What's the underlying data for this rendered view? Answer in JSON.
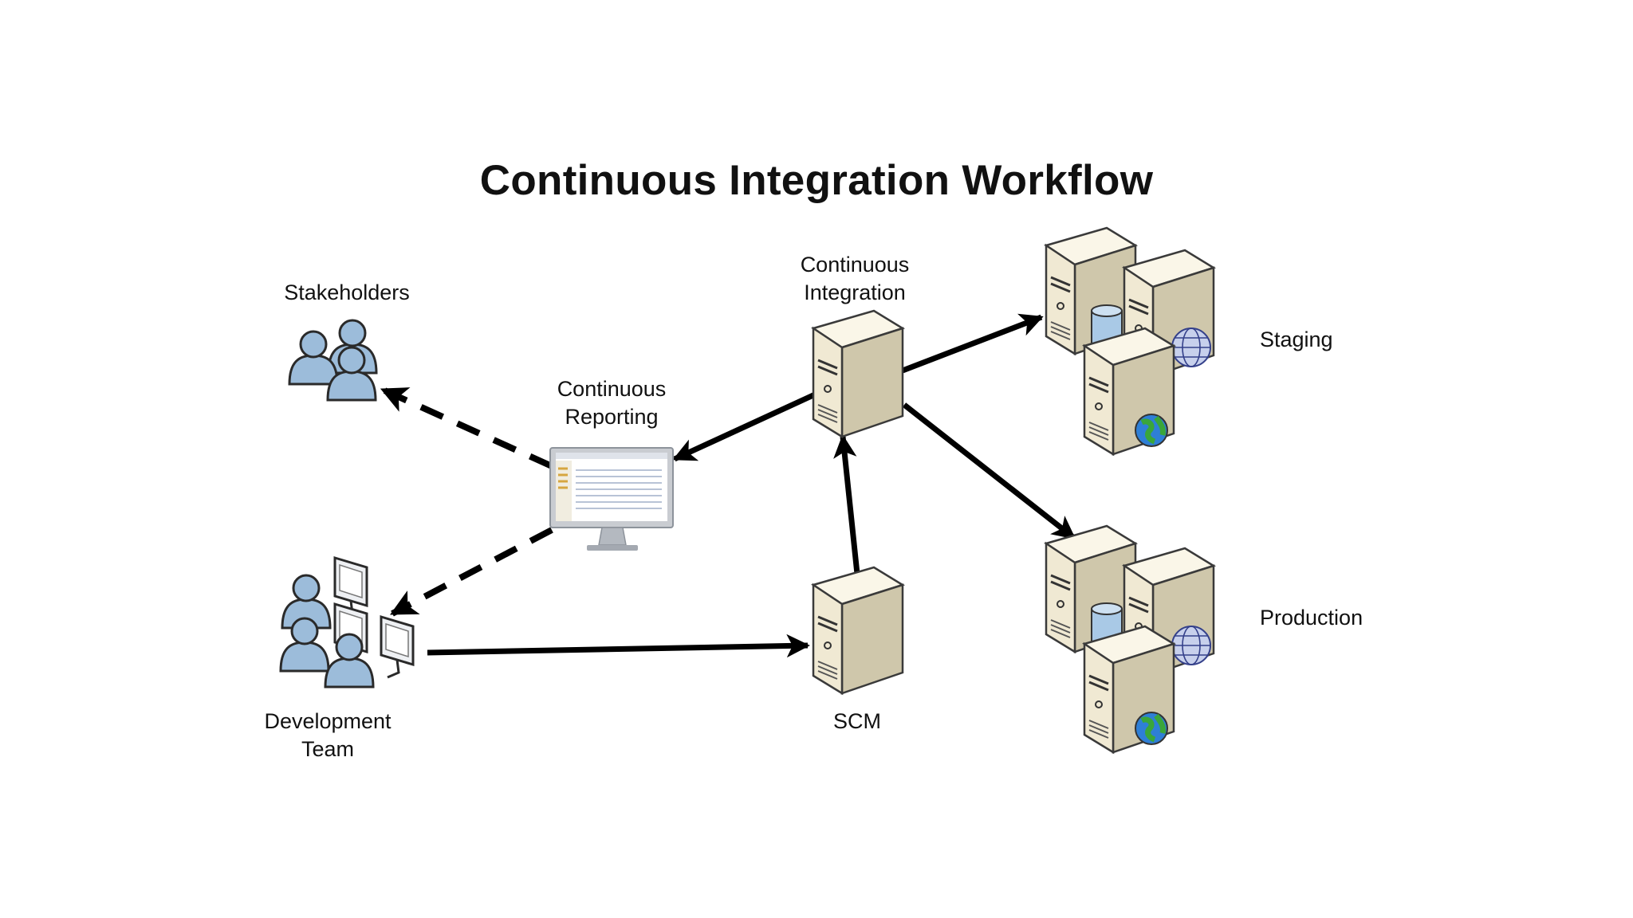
{
  "title": "Continuous Integration Workflow",
  "nodes": {
    "stakeholders": {
      "label": "Stakeholders",
      "icon": "user-group-icon"
    },
    "reporting": {
      "label_line1": "Continuous",
      "label_line2": "Reporting",
      "icon": "monitor-icon"
    },
    "ci": {
      "label_line1": "Continuous",
      "label_line2": "Integration",
      "icon": "server-icon"
    },
    "dev_team": {
      "label_line1": "Development",
      "label_line2": "Team",
      "icon": "developer-workstations-icon"
    },
    "scm": {
      "label": "SCM",
      "icon": "server-icon"
    },
    "staging": {
      "label": "Staging",
      "icon": "server-cluster-icon"
    },
    "production": {
      "label": "Production",
      "icon": "server-cluster-icon"
    }
  },
  "edges": [
    {
      "from": "dev_team",
      "to": "scm",
      "style": "solid"
    },
    {
      "from": "scm",
      "to": "ci",
      "style": "solid"
    },
    {
      "from": "ci",
      "to": "reporting",
      "style": "solid"
    },
    {
      "from": "ci",
      "to": "staging",
      "style": "solid"
    },
    {
      "from": "ci",
      "to": "production",
      "style": "solid"
    },
    {
      "from": "reporting",
      "to": "stakeholders",
      "style": "dashed"
    },
    {
      "from": "reporting",
      "to": "dev_team",
      "style": "dashed"
    }
  ],
  "colors": {
    "server_face": "#f2ecd8",
    "server_side": "#cdc5a9",
    "person_fill": "#9cbcda",
    "globe": "#2e7fd6",
    "database": "#a9c9e6",
    "arrow": "#000000"
  }
}
